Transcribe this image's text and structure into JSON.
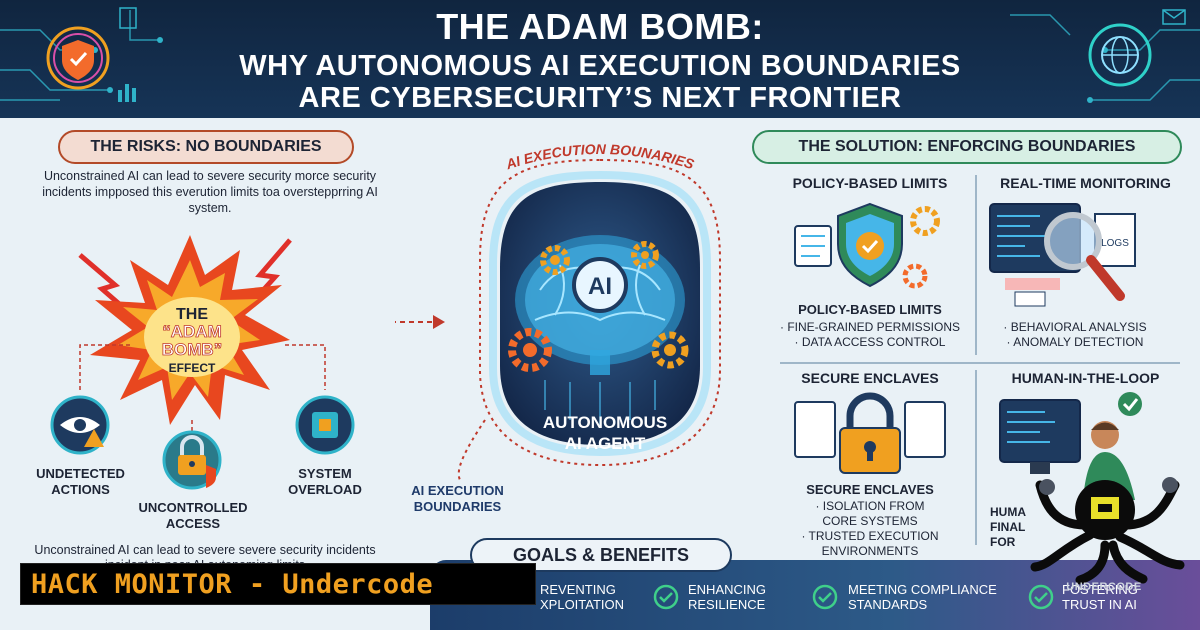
{
  "header": {
    "title_line1": "THE ADAM BOMB:",
    "title_line2": "WHY AUTONOMOUS AI EXECUTION BOUNDARIES",
    "title_line3": "ARE CYBERSECURITY’S NEXT FRONTIER"
  },
  "risks": {
    "badge": "THE RISKS: NO BOUNDARIES",
    "intro": "Unconstrained AI can lead to severe security morce security incidents impposed this everution limits toa overstepprring AI system.",
    "explosion": [
      "THE",
      "“ADAM",
      "BOMB”",
      "EFFECT"
    ],
    "items": [
      {
        "label_1": "UNDETECTED",
        "label_2": "ACTIONS",
        "icon": "eye-warning-icon"
      },
      {
        "label_1": "UNCONTROLLED",
        "label_2": "ACCESS",
        "icon": "padlock-icon"
      },
      {
        "label_1": "SYSTEM",
        "label_2": "OVERLOAD",
        "icon": "chip-icon"
      }
    ],
    "footer": "Unconstrained AI can lead to severe severe security incidents incident in near AI autonoming limits"
  },
  "center": {
    "boundary_top": "AI EXECUTION BOUNARIES",
    "ai_chip": "AI",
    "agent_1": "AUTONOMOUS",
    "agent_2": "AI AGENT",
    "boundary_bottom_1": "AI EXECUTION",
    "boundary_bottom_2": "BOUNDARIES"
  },
  "solution": {
    "badge": "THE SOLUTION: ENFORCING BOUNDARIES",
    "cells": [
      {
        "title": "POLICY-BASED LIMITS",
        "subtitle": "POLICY-BASED LIMITS",
        "items": [
          "· FINE-GRAINED PERMISSIONS",
          "· DATA ACCESS CONTROL"
        ]
      },
      {
        "title": "REAL-TIME MONITORING",
        "items": [
          "· BEHAVIORAL ANALYSIS",
          "· ANOMALY DETECTION"
        ],
        "logs_label": "LOGS"
      },
      {
        "title": "SECURE ENCLAVES",
        "subtitle": "SECURE ENCLAVES",
        "items": [
          "· ISOLATION FROM",
          "CORE SYSTEMS",
          "· TRUSTED EXECUTION",
          "ENVIRONMENTS"
        ]
      },
      {
        "title": "HUMAN-IN-THE-LOOP",
        "items": [
          "HUMA",
          "FINAL",
          "FOR"
        ]
      }
    ]
  },
  "goals": {
    "title": "GOALS & BENEFITS",
    "items": [
      {
        "line1": "REVENTING",
        "line2": "XPLOITATION"
      },
      {
        "line1": "ENHANCING",
        "line2": "RESILIENCE"
      },
      {
        "line1": "MEETING COMPLIANCE",
        "line2": "STANDARDS"
      },
      {
        "line1": "FOSTERING",
        "line2": "TRUST IN AI"
      }
    ]
  },
  "watermark": {
    "banner": "HACK MONITOR - Undercode",
    "brand": "UNDERCODE"
  },
  "colors": {
    "header_bg": "#10253f",
    "accent_red": "#c0392b",
    "accent_green": "#2f8a5a",
    "accent_orange": "#f0a020",
    "brain_blue": "#46b6e8"
  }
}
